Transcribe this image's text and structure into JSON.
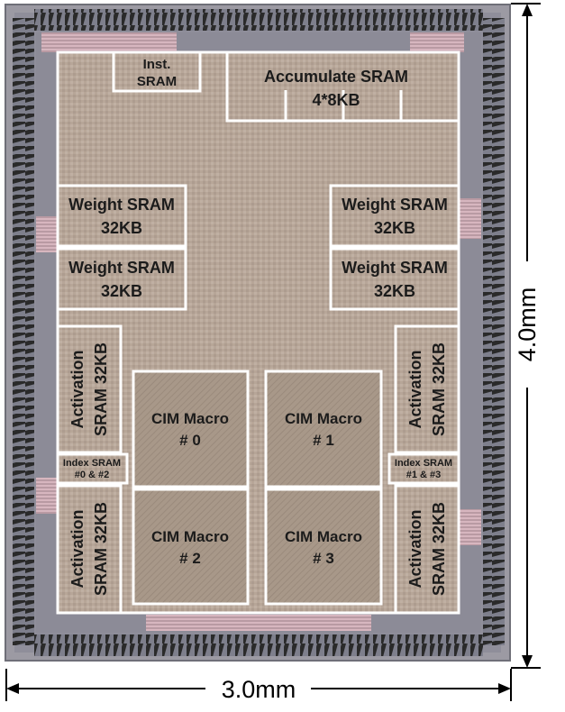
{
  "dimensions": {
    "height": "4.0mm",
    "width": "3.0mm"
  },
  "blocks": {
    "inst_sram": [
      "Inst.",
      "SRAM"
    ],
    "accumulate_sram": [
      "Accumulate SRAM",
      "4*8KB"
    ],
    "weight_sram": [
      "Weight SRAM",
      "32KB"
    ],
    "activation_sram": [
      "Activation",
      "SRAM 32KB"
    ],
    "index_sram_left": [
      "Index SRAM",
      "#0 & #2"
    ],
    "index_sram_right": [
      "Index SRAM",
      "#1 & #3"
    ],
    "cim_macro_0": [
      "CIM Macro",
      "# 0"
    ],
    "cim_macro_1": [
      "CIM Macro",
      "# 1"
    ],
    "cim_macro_2": [
      "CIM Macro",
      "# 2"
    ],
    "cim_macro_3": [
      "CIM Macro",
      "# 3"
    ]
  },
  "colors": {
    "core": "#b8a89b",
    "ring": "#8d8d99",
    "pads": "#2b2b2b",
    "outline": "#ffffff"
  }
}
